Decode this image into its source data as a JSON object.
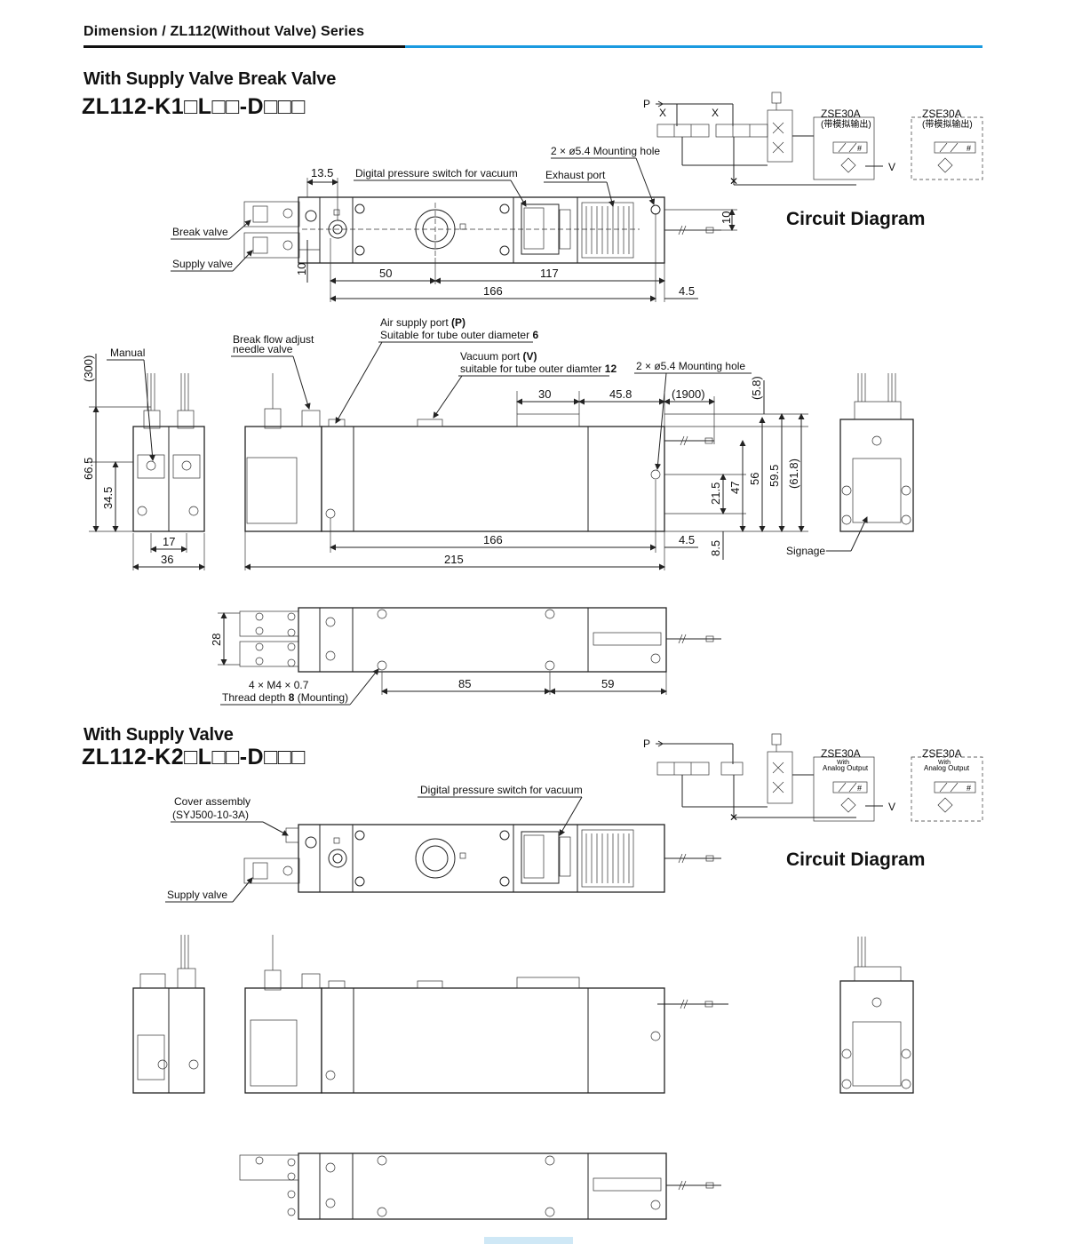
{
  "header": {
    "title": "Dimension / ZL112(Without Valve) Series"
  },
  "section1": {
    "title": "With Supply Valve  Break Valve",
    "model": "ZL112-K1□L□□-D□□□",
    "circuit_title": "Circuit Diagram",
    "circuit": {
      "p": "P",
      "v": "V",
      "zse_a": "ZSE30A",
      "zse_a_sub": "(带模拟输出)",
      "zse_b": "ZSE30A",
      "zse_b_sub": "(带模拟输出)",
      "hash": "#"
    },
    "top_view": {
      "label_dps": "Digital pressure switch for vacuum",
      "label_mount": "2 × ø5.4 Mounting hole",
      "label_exhaust": "Exhaust port",
      "label_break": "Break valve",
      "label_supply": "Supply valve",
      "dims": {
        "d135": "13.5",
        "d10a": "10",
        "d10b": "10",
        "d50": "50",
        "d117": "117",
        "d166": "166",
        "d45": "4.5"
      }
    },
    "front_view": {
      "label_air": "Air supply port ",
      "label_air_p": "(P)",
      "label_air2": "Suitable for tube outer diameter ",
      "label_air2_v": "6",
      "label_vac": "Vacuum port ",
      "label_vac_v": "(V)",
      "label_vac2": "suitable for tube outer diamter ",
      "label_vac2_v": "12",
      "label_break_flow1": "Break flow adjust",
      "label_break_flow2": "needle valve",
      "label_mount": "2 × ø5.4 Mounting hole",
      "label_manual": "Manual",
      "label_signage": "Signage",
      "dims": {
        "d300": "(300)",
        "d665": "66.5",
        "d345": "34.5",
        "d17": "17",
        "d36": "36",
        "d30": "30",
        "d458": "45.8",
        "d1900": "(1900)",
        "d58": "(5.8)",
        "d215": "21.5",
        "d47": "47",
        "d56": "56",
        "d595": "59.5",
        "d618": "(61.8)",
        "d166": "166",
        "d45": "4.5",
        "d85": "8.5",
        "d215b": "215"
      }
    },
    "bottom_view": {
      "label_thread1": "4 × M4 × 0.7",
      "label_thread2": "Thread depth ",
      "label_thread2_v": "8",
      "label_thread2_end": " (Mounting)",
      "dims": {
        "d28": "28",
        "d85": "85",
        "d59": "59"
      }
    }
  },
  "section2": {
    "title": "With Supply Valve",
    "model": "ZL112-K2□L□□-D□□□",
    "circuit_title": "Circuit Diagram",
    "circuit": {
      "p": "P",
      "v": "V",
      "zse_a": "ZSE30A",
      "zse_a_sub1": "With",
      "zse_a_sub2": "Analog Output",
      "zse_b": "ZSE30A",
      "zse_b_sub1": "With",
      "zse_b_sub2": "Analog Output",
      "hash": "#"
    },
    "top_view": {
      "label_dps": "Digital pressure switch for vacuum",
      "label_cover1": "Cover assembly",
      "label_cover2": "(SYJ500-10-3A)",
      "label_supply": "Supply valve"
    }
  }
}
